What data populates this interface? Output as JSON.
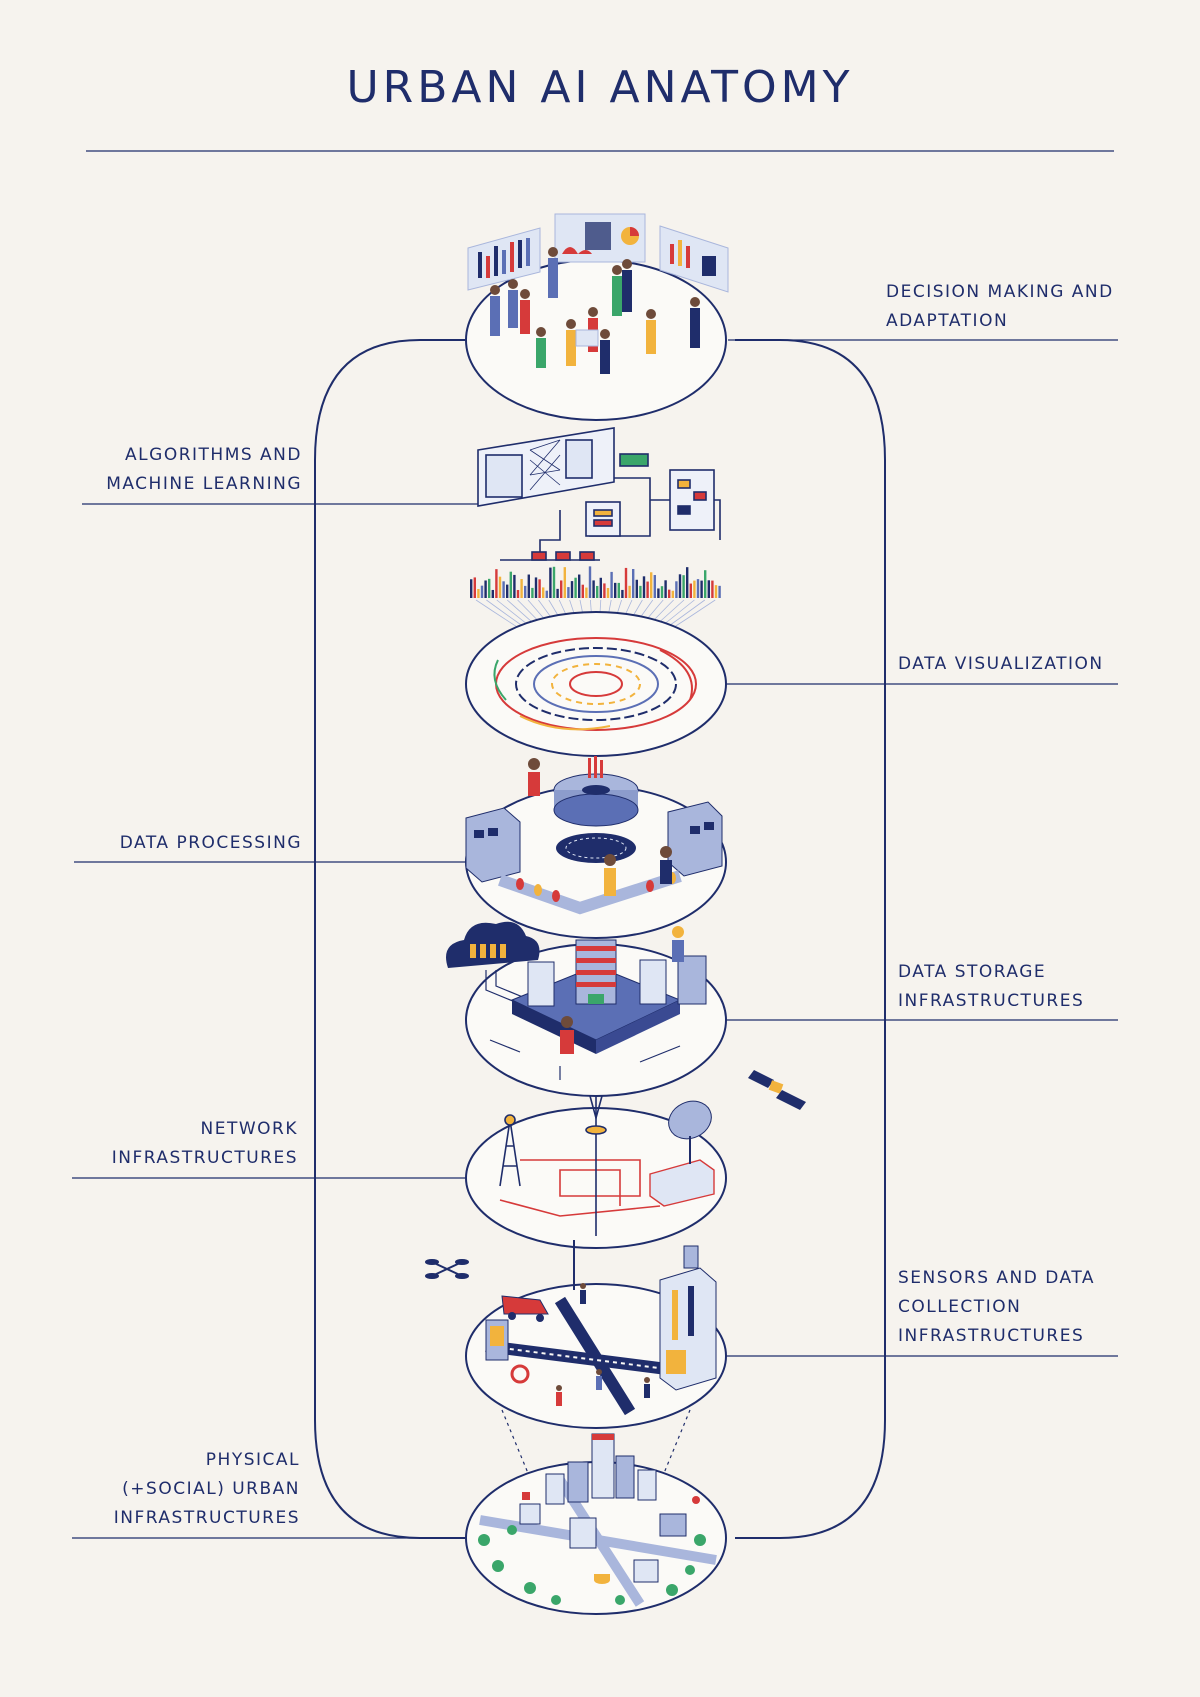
{
  "title": "URBAN AI ANATOMY",
  "colors": {
    "navy": "#1f2d6b",
    "background": "#f6f3ee",
    "accent_red": "#d63a3a",
    "accent_yellow": "#f2b33d",
    "accent_green": "#3aa66a",
    "light_blue": "#a9b6dc"
  },
  "layers": [
    {
      "id": "decision",
      "lines": [
        "DECISION MAKING AND",
        "ADAPTATION"
      ],
      "side": "right"
    },
    {
      "id": "algorithms",
      "lines": [
        "ALGORITHMS AND",
        "MACHINE LEARNING"
      ],
      "side": "left"
    },
    {
      "id": "visualization",
      "lines": [
        "DATA VISUALIZATION"
      ],
      "side": "right"
    },
    {
      "id": "processing",
      "lines": [
        "DATA PROCESSING"
      ],
      "side": "left"
    },
    {
      "id": "storage",
      "lines": [
        "DATA STORAGE",
        "INFRASTRUCTURES"
      ],
      "side": "right"
    },
    {
      "id": "network",
      "lines": [
        "NETWORK",
        "INFRASTRUCTURES"
      ],
      "side": "left"
    },
    {
      "id": "sensors",
      "lines": [
        "SENSORS AND DATA",
        "COLLECTION",
        "INFRASTRUCTURES"
      ],
      "side": "right"
    },
    {
      "id": "physical",
      "lines": [
        "PHYSICAL",
        "(+SOCIAL) URBAN",
        "INFRASTRUCTURES"
      ],
      "side": "left"
    }
  ]
}
